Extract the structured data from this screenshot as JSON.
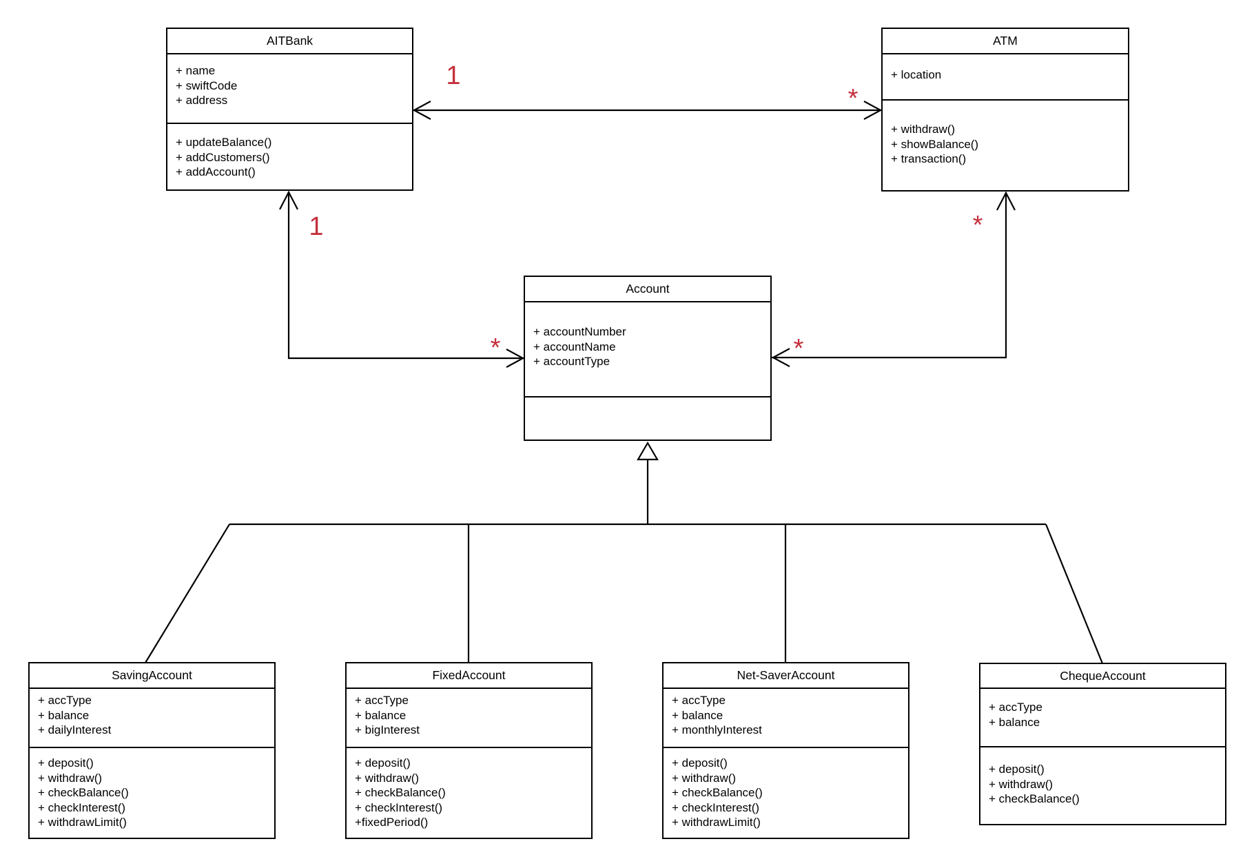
{
  "classes": {
    "aitbank": {
      "name": "AITBank",
      "attributes": [
        "+ name",
        "+ swiftCode",
        "+ address"
      ],
      "methods": [
        "+ updateBalance()",
        "+ addCustomers()",
        "+ addAccount()"
      ]
    },
    "atm": {
      "name": "ATM",
      "attributes": [
        "+ location"
      ],
      "methods": [
        "+ withdraw()",
        "+ showBalance()",
        "+ transaction()"
      ]
    },
    "account": {
      "name": "Account",
      "attributes": [
        "+ accountNumber",
        "+ accountName",
        "+ accountType"
      ],
      "methods": []
    },
    "saving_account": {
      "name": "SavingAccount",
      "attributes": [
        "+ accType",
        "+ balance",
        "+ dailyInterest"
      ],
      "methods": [
        "+ deposit()",
        "+ withdraw()",
        "+ checkBalance()",
        "+ checkInterest()",
        "+ withdrawLimit()"
      ]
    },
    "fixed_account": {
      "name": "FixedAccount",
      "attributes": [
        "+ accType",
        "+ balance",
        "+ bigInterest"
      ],
      "methods": [
        "+ deposit()",
        "+ withdraw()",
        "+ checkBalance()",
        "+ checkInterest()",
        "+fixedPeriod()"
      ]
    },
    "net_saver_account": {
      "name": "Net-SaverAccount",
      "attributes": [
        "+ accType",
        "+ balance",
        "+ monthlyInterest"
      ],
      "methods": [
        "+ deposit()",
        "+ withdraw()",
        "+ checkBalance()",
        "+ checkInterest()",
        "+ withdrawLimit()"
      ]
    },
    "cheque_account": {
      "name": "ChequeAccount",
      "attributes": [
        "+ accType",
        "+ balance"
      ],
      "methods": [
        "+ deposit()",
        "+ withdraw()",
        "+ checkBalance()"
      ]
    }
  },
  "relationships": {
    "bank_atm": {
      "type": "bidirectional-association",
      "bank_end": "1",
      "atm_end": "*"
    },
    "bank_account": {
      "type": "bidirectional-association",
      "bank_end": "1",
      "account_end": "*"
    },
    "atm_account": {
      "type": "bidirectional-association",
      "atm_end": "*",
      "account_end": "*"
    },
    "account_generalization": {
      "type": "generalization",
      "parent": "Account",
      "children": [
        "SavingAccount",
        "FixedAccount",
        "Net-SaverAccount",
        "ChequeAccount"
      ]
    }
  },
  "colors": {
    "line": "#000000",
    "multiplicity": "#C4303C",
    "background": "#FFFFFF"
  }
}
